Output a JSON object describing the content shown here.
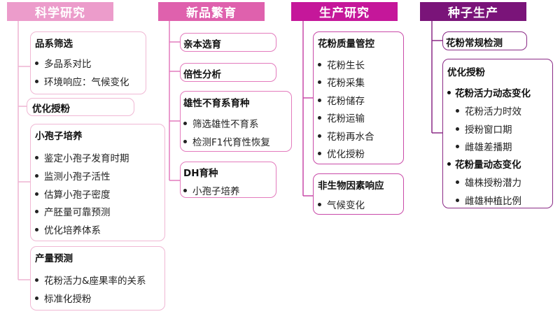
{
  "colors": {
    "col1": "#ec9ccb",
    "col2": "#df61ad",
    "col3": "#c5179a",
    "col4": "#7a1479"
  },
  "col1": {
    "header": "科学研究",
    "b1": {
      "title": "品系筛选",
      "items": [
        "多品系对比",
        "环境响应：气候变化"
      ]
    },
    "b2": {
      "title": "优化授粉"
    },
    "b3": {
      "title": "小孢子培养",
      "items": [
        "鉴定小孢子发育时期",
        "监测小孢子活性",
        "估算小孢子密度",
        "产胚量可靠预测",
        "优化培养体系"
      ]
    },
    "b4": {
      "title": "产量预测",
      "items": [
        "花粉活力&座果率的关系",
        "标准化授粉"
      ]
    }
  },
  "col2": {
    "header": "新品繁育",
    "b1": {
      "title": "亲本选育"
    },
    "b2": {
      "title": "倍性分析"
    },
    "b3": {
      "title": "雄性不育系育种",
      "items": [
        "筛选雄性不育系",
        "检测F1代育性恢复"
      ]
    },
    "b4": {
      "title": "DH育种",
      "items": [
        "小孢子培养"
      ]
    }
  },
  "col3": {
    "header": "生产研究",
    "b1": {
      "title": "花粉质量管控",
      "items": [
        "花粉生长",
        "花粉采集",
        "花粉储存",
        "花粉运输",
        "花粉再水合",
        "优化授粉"
      ]
    },
    "b2": {
      "title": "非生物因素响应",
      "items": [
        "气候变化"
      ]
    }
  },
  "col4": {
    "header": "种子生产",
    "b1": {
      "title": "花粉常规检测"
    },
    "b2": {
      "title": "优化授粉",
      "g1": {
        "title": "花粉活力动态变化",
        "items": [
          "花粉活力时效",
          "授粉窗口期",
          "雌雄差播期"
        ]
      },
      "g2": {
        "title": "花粉量动态变化",
        "items": [
          "雄株授粉潜力",
          "雌雄种植比例"
        ]
      }
    }
  }
}
